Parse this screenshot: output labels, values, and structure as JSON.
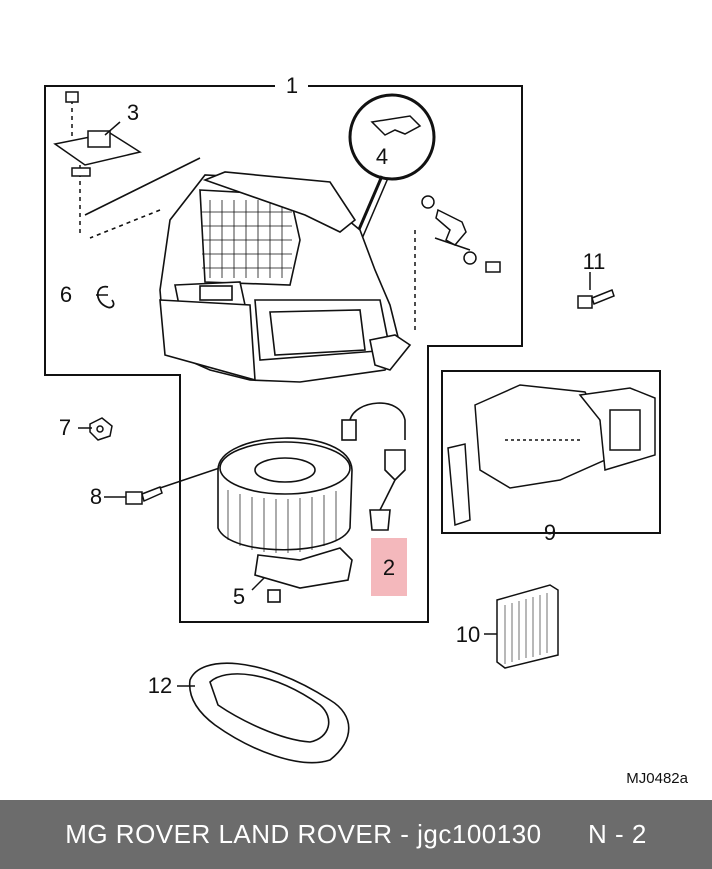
{
  "callouts": {
    "c1": "1",
    "c2": "2",
    "c3": "3",
    "c4": "4",
    "c5": "5",
    "c6": "6",
    "c7": "7",
    "c8": "8",
    "c9": "9",
    "c10": "10",
    "c11": "11",
    "c12": "12"
  },
  "highlight_color": "#f4b8bc",
  "reference_code": "MJ0482a",
  "footer": {
    "brand": "MG ROVER LAND ROVER",
    "separator": " - ",
    "part_number": "jgc100130",
    "page": "N - 2"
  },
  "footer_color": "#6c6c6c"
}
